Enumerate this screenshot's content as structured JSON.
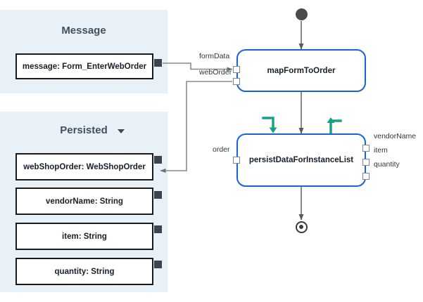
{
  "diagram": {
    "title": "process-data-mapping-diagram",
    "colors": {
      "panel_background": "#e8f1f8",
      "node_border": "#1565d8",
      "data_box_border": "#1a1a1a",
      "connector": "#8a8a8a",
      "accent_green": "#16a085",
      "event_dark": "#4a4a4a"
    }
  },
  "panels": [
    {
      "id": "message",
      "title": "Message",
      "has_caret": false,
      "items": [
        {
          "label": "message: Form_EnterWebOrder"
        }
      ]
    },
    {
      "id": "persisted",
      "title": "Persisted",
      "has_caret": true,
      "items": [
        {
          "label": "webShopOrder: WebShopOrder"
        },
        {
          "label": "vendorName: String"
        },
        {
          "label": "item: String"
        },
        {
          "label": "quantity: String"
        }
      ]
    }
  ],
  "flow": {
    "start_event": {
      "name": "start-event"
    },
    "end_event": {
      "name": "end-event"
    },
    "nodes": [
      {
        "id": "map-form-to-order",
        "label": "mapFormToOrder",
        "inputs": [
          "formData",
          "webOrder"
        ],
        "outputs": []
      },
      {
        "id": "persist-data-for-instance-list",
        "label": "persistDataForInstanceList",
        "inputs": [
          "order"
        ],
        "outputs": [
          "vendorName",
          "item",
          "quantity"
        ]
      }
    ],
    "markers": [
      {
        "name": "input-mapping-arrow",
        "direction": "down"
      },
      {
        "name": "output-mapping-arrow",
        "direction": "up"
      }
    ]
  }
}
